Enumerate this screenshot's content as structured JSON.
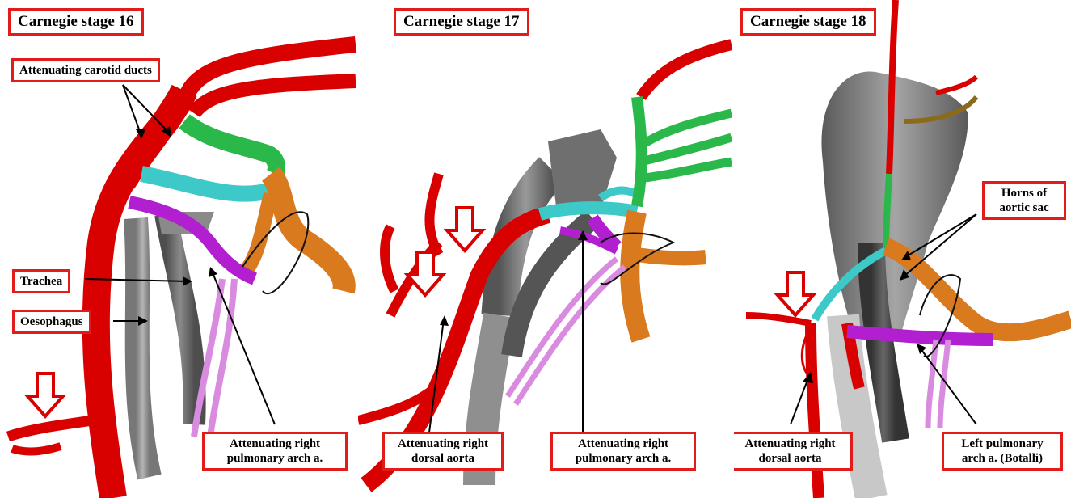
{
  "panels": [
    {
      "stage_title": "Carnegie stage 16",
      "labels": {
        "carotid": "Attenuating carotid ducts",
        "trachea": "Trachea",
        "oesophagus": "Oesophagus",
        "pulm_line1": "Attenuating right",
        "pulm_line2": "pulmonary arch a."
      }
    },
    {
      "stage_title": "Carnegie stage 17",
      "labels": {
        "dorsal_line1": "Attenuating right",
        "dorsal_line2": "dorsal aorta",
        "pulm_line1": "Attenuating right",
        "pulm_line2": "pulmonary arch a."
      }
    },
    {
      "stage_title": "Carnegie stage 18",
      "labels": {
        "horns_line1": "Horns of",
        "horns_line2": "aortic sac",
        "dorsal_line1": "Attenuating right",
        "dorsal_line2": "dorsal aorta",
        "botalli_line1": "Left pulmonary",
        "botalli_line2": "arch a. (Botalli)"
      }
    }
  ],
  "colors": {
    "label_border": "#e21b1b",
    "artery_red": "#d90000",
    "green_arch": "#2bb84a",
    "cyan_arch": "#3ec9c9",
    "orange_arch": "#d97a1f",
    "purple_arch": "#b21fd1",
    "light_purple": "#d98be0",
    "trachea_grey": "#6b6b6b",
    "oesophagus_grey": "#9a9a9a",
    "olive": "#8b6b1b"
  }
}
